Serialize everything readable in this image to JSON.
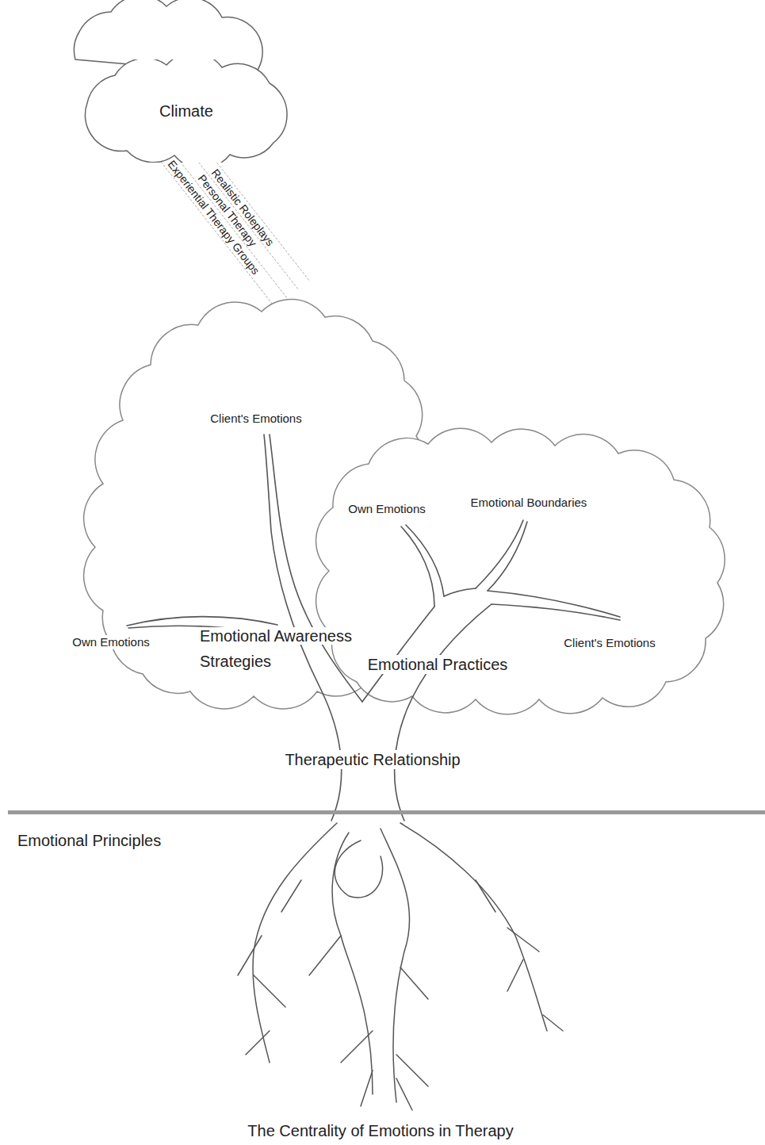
{
  "diagram": {
    "nodes": [
      {
        "text": [
          "Climate"
        ]
      }
    ],
    "labels": [
      "Realistic Roleplays",
      "Personal Therapy",
      "Experiential Therapy Groups",
      "Client's Emotions",
      "Own Emotions",
      "Emotional Boundaries",
      "Own Emotions",
      "Emotional Awareness Strategies",
      "Emotional Practices",
      "Client's Emotions",
      "Therapeutic Relationship",
      "Emotional Principles",
      "The Centrality of Emotions in Therapy"
    ]
  }
}
